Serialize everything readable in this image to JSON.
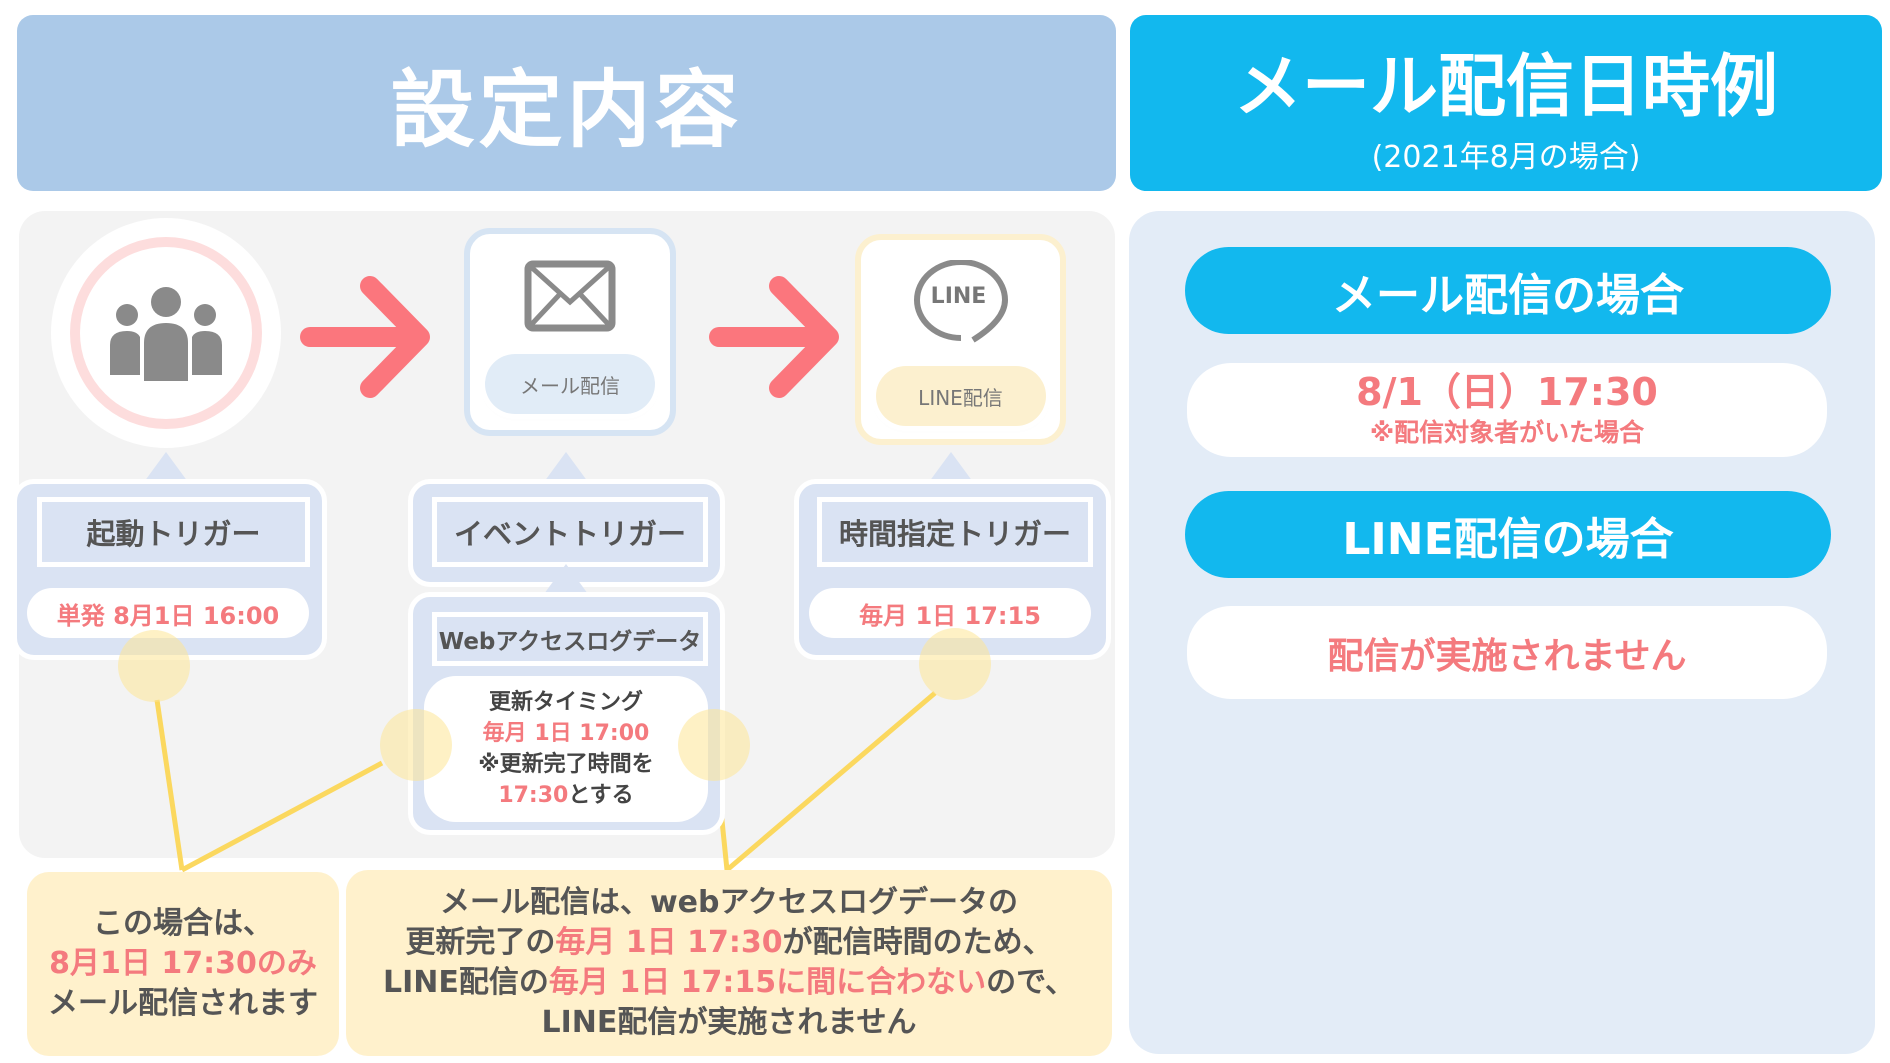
{
  "header_left": {
    "title": "設定内容"
  },
  "header_right": {
    "title": "メール配信日時例",
    "subtitle": "(2021年8月の場合)"
  },
  "flow": {
    "mail_label": "メール配信",
    "line_logo": "LINE",
    "line_label": "LINE配信"
  },
  "triggers": [
    {
      "title": "起動トリガー",
      "value": "単発 8月1日 16:00"
    },
    {
      "title": "イベントトリガー",
      "source": "Webアクセスログデータ",
      "update_title": "更新タイミング",
      "update_value": "毎月 1日 17:00",
      "update_note": "※更新完了時間を",
      "update_time": "17:30",
      "update_suffix": "とする"
    },
    {
      "title": "時間指定トリガー",
      "value": "毎月 1日 17:15"
    }
  ],
  "notes": {
    "left": {
      "line1": "この場合は、",
      "line2": "8月1日 17:30のみ",
      "line3": "メール配信されます"
    },
    "right": {
      "line1": "メール配信は、webアクセスログデータの",
      "line2a": "更新完了の",
      "line2b": "毎月 1日 17:30",
      "line2c": "が配信時間のため、",
      "line3a": "LINE配信の",
      "line3b": "毎月 1日 17:15に間に合わない",
      "line3c": "ので、",
      "line4": "LINE配信が実施されません"
    }
  },
  "examples": {
    "mail_title": "メール配信の場合",
    "mail_value": "8/1（日）17:30",
    "mail_note": "※配信対象者がいた場合",
    "line_title": "LINE配信の場合",
    "line_value": "配信が実施されません"
  },
  "colors": {
    "accent_blue": "#12b8ee",
    "header_blue": "#abc9e8",
    "highlight_red": "#f47a7e",
    "note_yellow": "#fff1cc"
  }
}
